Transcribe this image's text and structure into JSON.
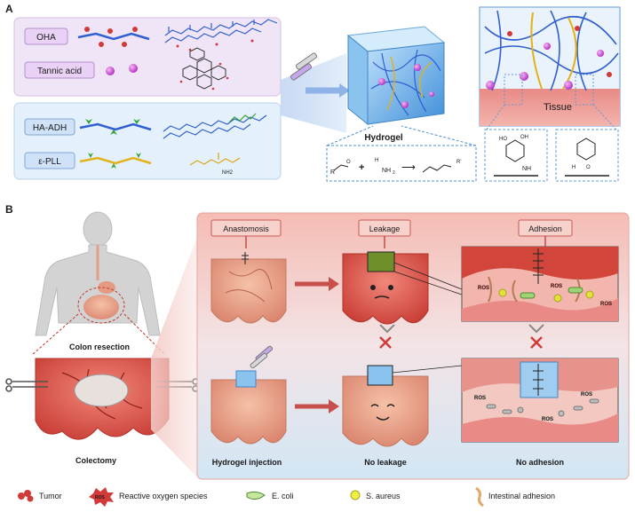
{
  "panel_a": {
    "label": "A",
    "boxes": {
      "oha": "OHA",
      "tannic_acid": "Tannic acid",
      "ha_adh": "HA-ADH",
      "e_pll": "ε-PLL"
    },
    "hydrogel_label": "Hydrogel",
    "tissue_label": "Tissue",
    "reaction": {
      "r1": "R",
      "plus": "+",
      "h": "H",
      "nh2": "NH",
      "two": "2",
      "arrow": "⟶",
      "r2": "R'"
    },
    "struct_labels": {
      "oh": "OH",
      "ho": "HO",
      "nh": "NH",
      "h": "H",
      "o": "O",
      "nh2": "NH2"
    }
  },
  "panel_b": {
    "label": "B",
    "colon_resection": "Colon resection",
    "colectomy": "Colectomy",
    "steps": {
      "anastomosis": "Anastomosis",
      "leakage": "Leakage",
      "adhesion": "Adhesion"
    },
    "bottom_labels": {
      "hydrogel_injection": "Hydrogel injection",
      "no_leakage": "No leakage",
      "no_adhesion": "No adhesion"
    },
    "ros_tag": "ROS"
  },
  "legend": {
    "tumor": "Tumor",
    "ros_icon_text": "ROS",
    "ros": "Reactive oxygen species",
    "e_coli": "E. coli",
    "s_aureus": "S. aureus",
    "intestinal_adhesion": "Intestinal adhesion"
  },
  "colors": {
    "purple_box": "#f0e4f7",
    "blue_box": "#e4f0fb",
    "panel_b_red": "#f7c9c3",
    "panel_b_blue": "#d7e8f5",
    "arrow_red": "#c7504c",
    "polymer_blue": "#2f5fd0",
    "hydrogel_blue": "#5aa7e6"
  }
}
